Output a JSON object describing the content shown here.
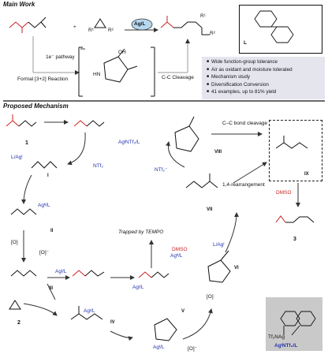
{
  "headers": {
    "main_work": "Main Work",
    "proposed_mechanism": "Proposed Mechanism"
  },
  "main_work": {
    "plus": "+",
    "catalyst": "Ag/L",
    "arrow_pathway": "1e⁻ pathway",
    "formal_reaction": "Formal [3+2] Reaction",
    "cc_cleavage": "C-C Cleavage",
    "ligand_label": "L",
    "r1": "R¹",
    "r2": "R²",
    "oh": "OH",
    "hn": "HN"
  },
  "features": [
    "Wide function-group tolerance",
    "Air as oxidant and moisture tolerated",
    "Mechanism study",
    "Diversification Conversion",
    "41 examples, up to 81% yield"
  ],
  "mechanism": {
    "compound_1": "1",
    "compound_2": "2",
    "compound_3": "3",
    "int_I": "I",
    "int_II": "II",
    "int_III": "III",
    "int_IV": "IV",
    "int_V": "V",
    "int_VI": "VI",
    "int_VII": "VII",
    "int_VIII": "VIII",
    "int_IX": "IX",
    "catalyst_agntf2": "AgᴵNTf₂/L",
    "ntf2": "NTf₂",
    "ntf2_minus": "NTf₂⁻",
    "lag": "L/Agᴵ",
    "lag2": "L/Agᴵ",
    "cc_bond_cleavage": "C–C bond cleavage",
    "rearrangement": "1,4-rearrangement",
    "dmso": "DMSO",
    "dmso2": "DMSO",
    "trapped": "Trapped by TEMPO",
    "oxidant_o": "[O]",
    "o_minus": "[O]⁻",
    "oxidant_o2": "[O]",
    "o_minus2": "[O]⁻",
    "ag_ii_l": "Agᴵᴵ/L",
    "ag_i_l_III": "Agᴵ/L",
    "ag_i_l_IV": "Agᴵ/L",
    "ag_i_l_V": "Agᴵ/L",
    "ag_ii_l_dmso": "Agᴵᴵ/L",
    "ag_i_l_radical": "Agᴵ/L",
    "complex_label": "AgᴵNTf₂/L",
    "complex_tf2nag": "Tf₂NAg"
  },
  "colors": {
    "accent_red": "#cc2222",
    "accent_blue": "#2233aa",
    "feature_box": "#e5e5ee",
    "complex_box": "#c9c9c9"
  }
}
